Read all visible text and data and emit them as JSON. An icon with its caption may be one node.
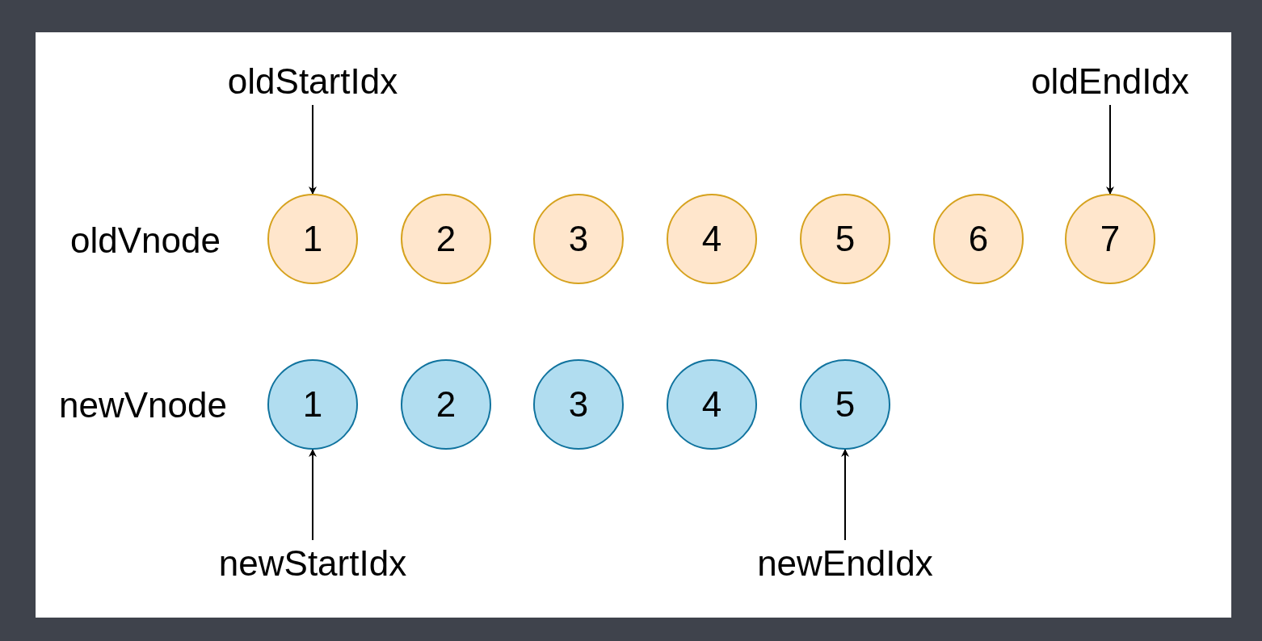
{
  "diagram": {
    "nodes": [
      {
        "text": [
          "oldStartIdx"
        ]
      },
      {
        "text": [
          "oldEndIdx"
        ]
      },
      {
        "text": [
          "1"
        ]
      },
      {
        "text": [
          "2"
        ]
      },
      {
        "text": [
          "3"
        ]
      },
      {
        "text": [
          "4"
        ]
      },
      {
        "text": [
          "5"
        ]
      },
      {
        "text": [
          "6"
        ]
      },
      {
        "text": [
          "7"
        ]
      },
      {
        "text": [
          "1"
        ]
      },
      {
        "text": [
          "2"
        ]
      },
      {
        "text": [
          "3"
        ]
      },
      {
        "text": [
          "4"
        ]
      },
      {
        "text": [
          "5"
        ]
      },
      {
        "text": [
          "newStartIdx"
        ]
      },
      {
        "text": [
          "newEndIdx"
        ]
      }
    ],
    "edges": [
      {
        "from": 0,
        "to": 2,
        "arrow": "to"
      },
      {
        "from": 1,
        "to": 8,
        "arrow": "to"
      },
      {
        "from": 14,
        "to": 9,
        "arrow": "to"
      },
      {
        "from": 15,
        "to": 13,
        "arrow": "to"
      }
    ],
    "labels": [
      "oldVnode",
      "newVnode"
    ]
  }
}
